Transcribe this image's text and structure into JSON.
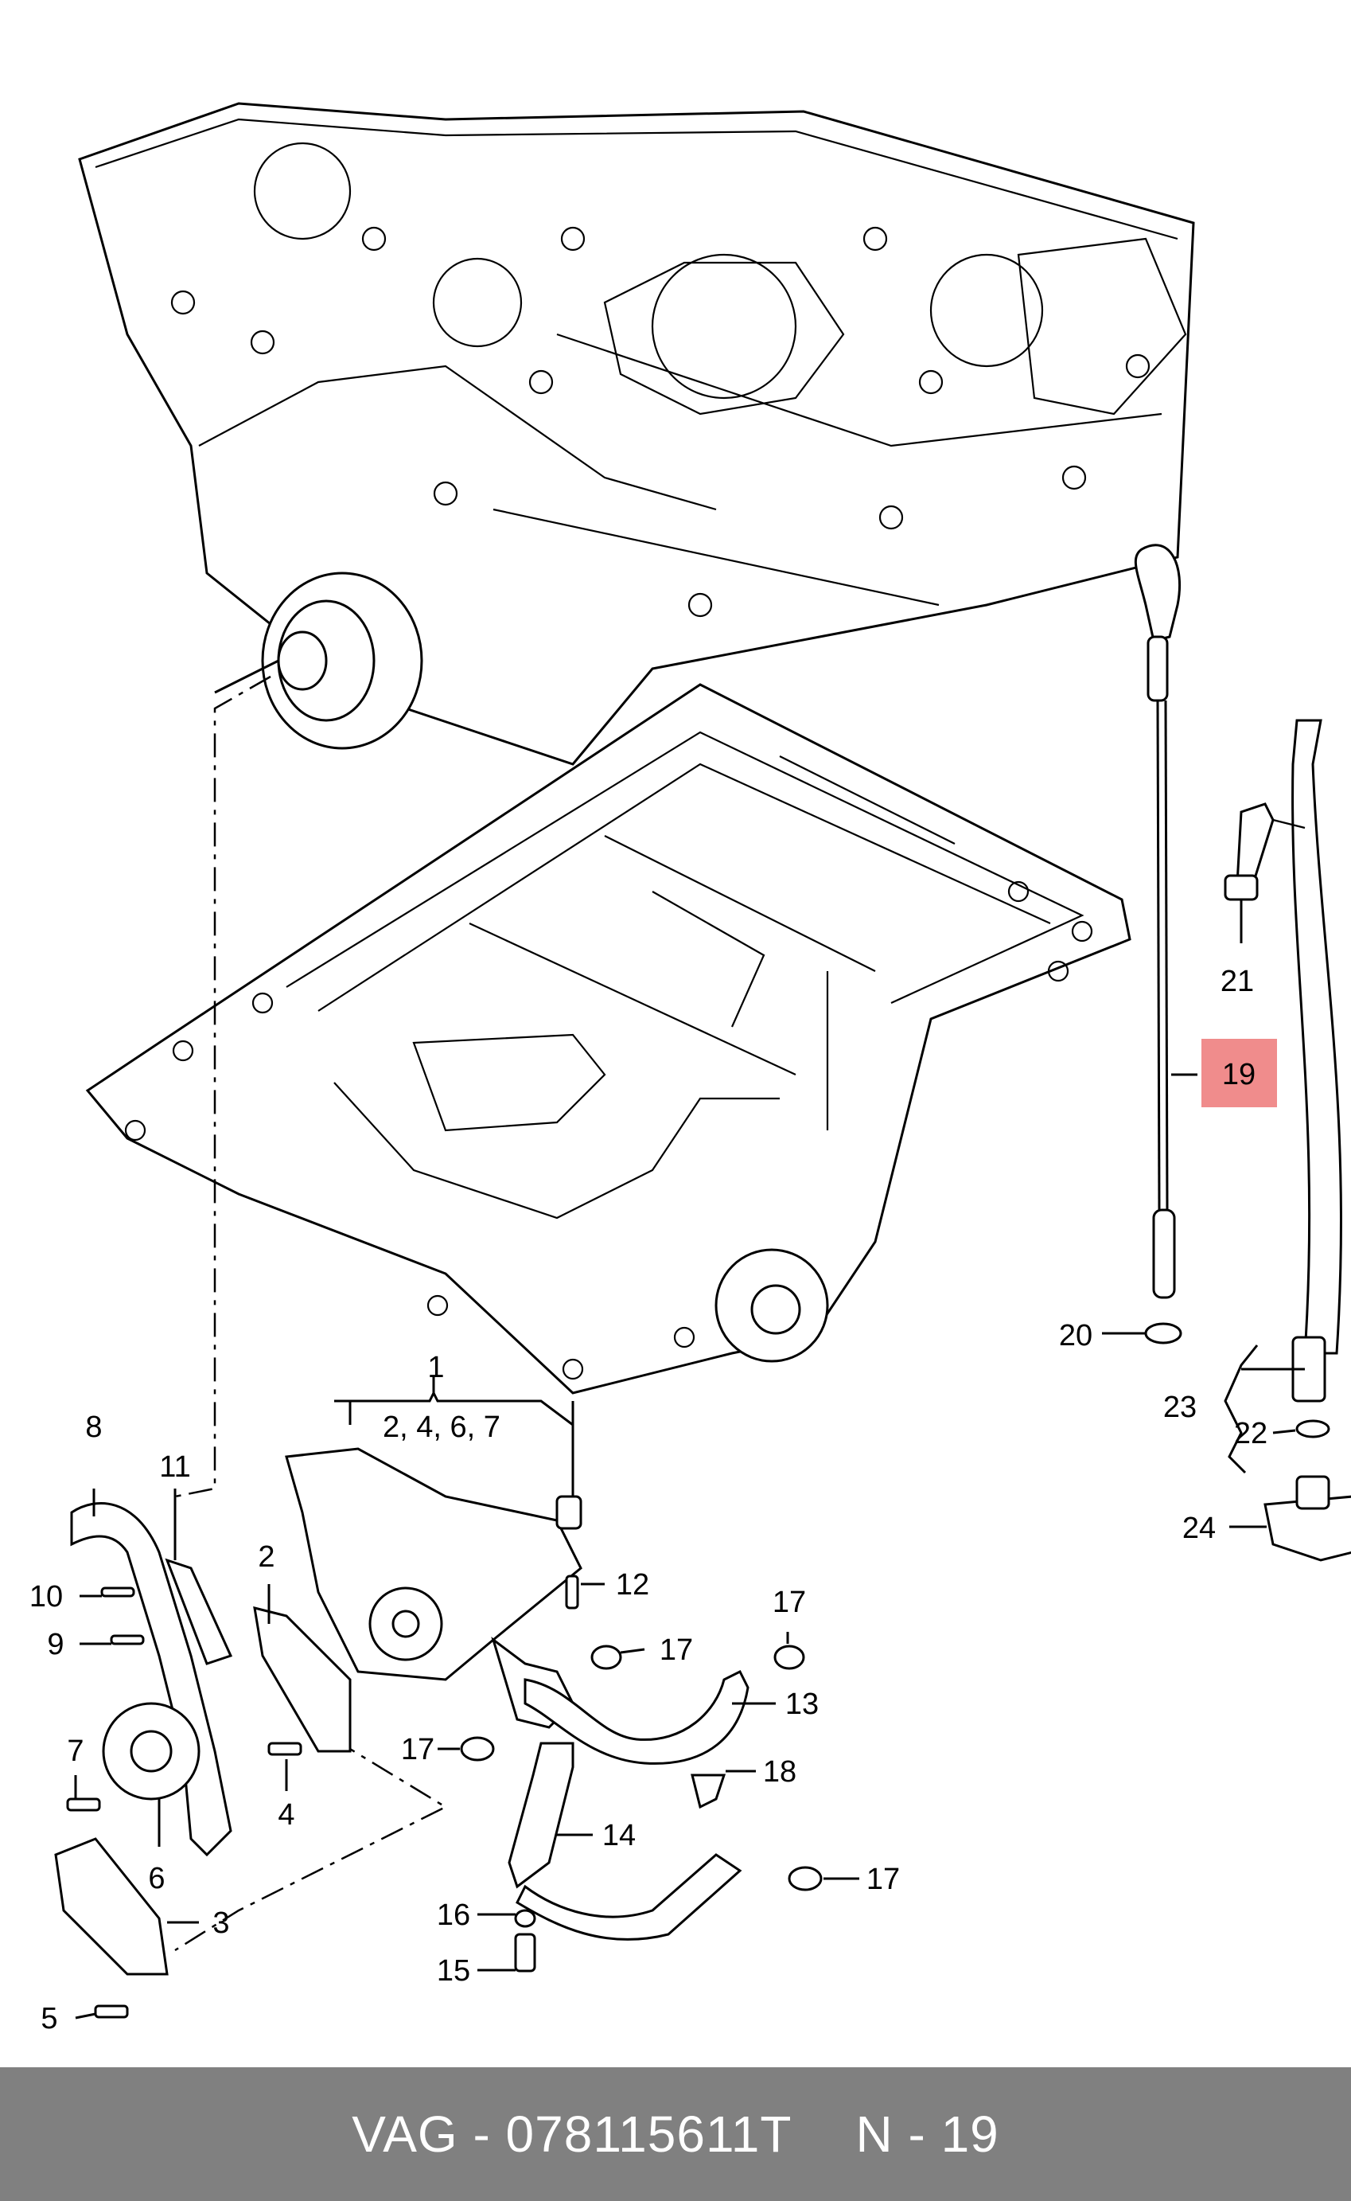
{
  "colors": {
    "highlight": "#f08c8c",
    "footer_bg": "#808080",
    "footer_text": "#ffffff"
  },
  "callouts": {
    "n1": "1",
    "group": "2, 4, 6, 7",
    "n2": "2",
    "n3": "3",
    "n4": "4",
    "n5": "5",
    "n6": "6",
    "n7": "7",
    "n8": "8",
    "n9": "9",
    "n10": "10",
    "n11": "11",
    "n12": "12",
    "n13": "13",
    "n14": "14",
    "n15": "15",
    "n16": "16",
    "n17a": "17",
    "n17b": "17",
    "n17c": "17",
    "n17d": "17",
    "n18": "18",
    "n19": "19",
    "n20": "20",
    "n21": "21",
    "n22": "22",
    "n23": "23",
    "n24": "24"
  },
  "footer": {
    "part_number": "VAG - 078115611T",
    "position": "N - 19"
  }
}
